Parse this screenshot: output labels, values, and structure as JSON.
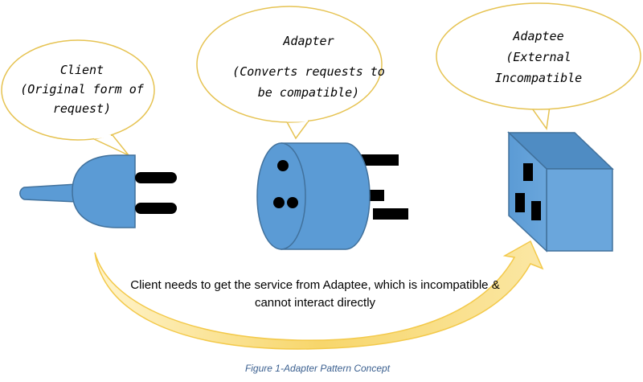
{
  "bubbles": {
    "client": {
      "title": "Client",
      "line1": "(Original form of",
      "line2": "request)"
    },
    "adapter": {
      "title": "Adapter",
      "line1": "(Converts requests to",
      "line2": "be compatible)"
    },
    "adaptee": {
      "title": "Adaptee",
      "line1": "(External",
      "line2": "Incompatible"
    }
  },
  "caption": {
    "line1": "Client needs to get the service from Adaptee, which is incompatible &",
    "line2": "cannot interact directly"
  },
  "figure_label": "Figure 1-Adapter Pattern Concept",
  "colors": {
    "shape_blue": "#5b9bd5",
    "shape_stroke": "#41719c",
    "bubble_stroke": "#e6c352",
    "arrow_gold": "#f3c94a",
    "prong_black": "#000000",
    "label_blue": "#3a5f8f"
  }
}
